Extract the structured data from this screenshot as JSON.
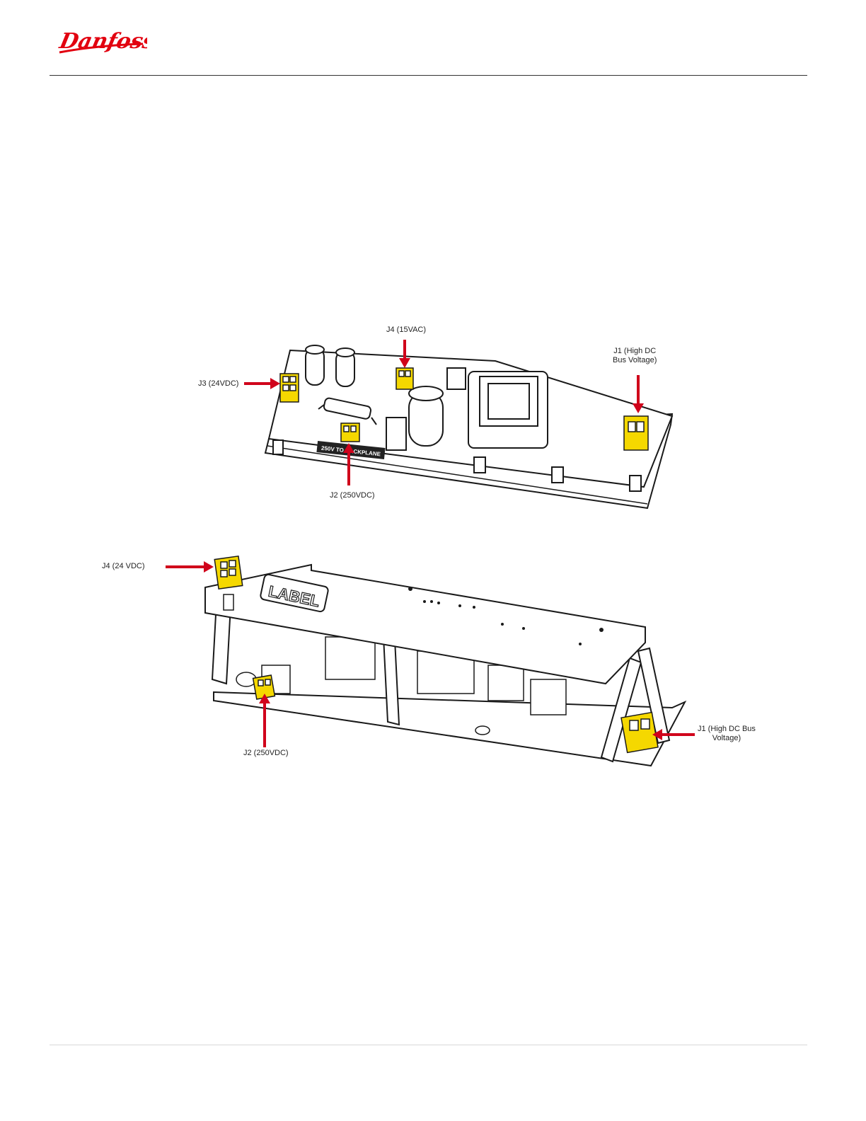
{
  "header": {
    "brand": "Danfoss",
    "brand_color": "#E2000F"
  },
  "figure_top": {
    "board_label": "250V TO BACKPLANE",
    "callouts": {
      "j4": "J4 (15VAC)",
      "j3": "J3 (24VDC)",
      "j1_line1": "J1 (High DC",
      "j1_line2": "Bus Voltage)",
      "j2": "J2 (250VDC)"
    }
  },
  "figure_bottom": {
    "board_label": "LABEL",
    "callouts": {
      "j4": "J4 (24 VDC)",
      "j2": "J2 (250VDC)",
      "j1_line1": "J1 (High DC Bus",
      "j1_line2": "Voltage)"
    }
  },
  "colors": {
    "connector": "#F5D800",
    "arrow": "#D0021B",
    "outline": "#1a1a1a"
  }
}
